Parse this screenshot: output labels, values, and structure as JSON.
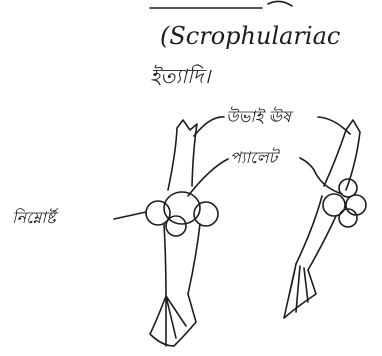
{
  "header": {
    "top_text": "(Scrophulariac",
    "line2": "ইত্যাদি।"
  },
  "labels": {
    "stigma": "উভাই ঊষ",
    "style": "প্যালেট",
    "ovary": "নিম্নোর্ষ্ট"
  },
  "colors": {
    "ink": "#1c1c24",
    "paper": "#ffffff"
  }
}
